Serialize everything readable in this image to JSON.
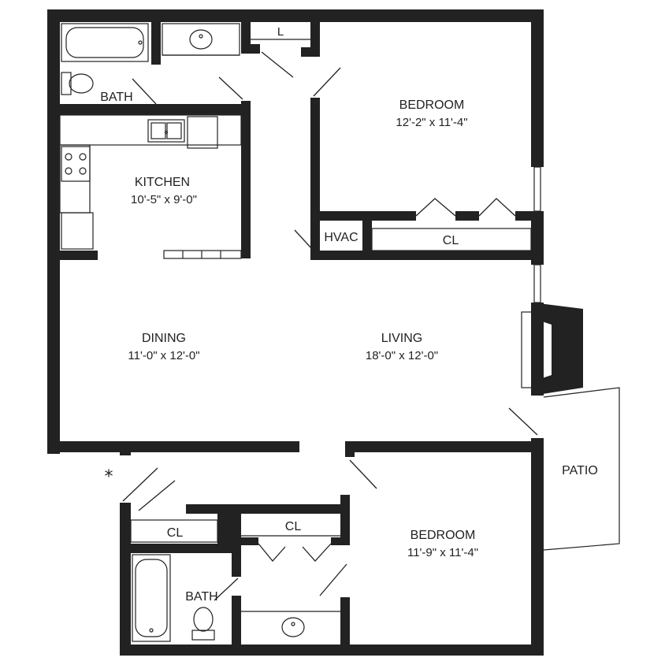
{
  "colors": {
    "wall": "#222222",
    "background": "#ffffff",
    "line": "#222222"
  },
  "rooms": {
    "bath_top": {
      "name": "BATH"
    },
    "laundry": {
      "name": "L"
    },
    "bedroom_1": {
      "name": "BEDROOM",
      "size": "12'-2\" x 11'-4\""
    },
    "kitchen": {
      "name": "KITCHEN",
      "size": "10'-5\" x 9'-0\""
    },
    "hvac": {
      "name": "HVAC"
    },
    "closet_bed1": {
      "name": "CL"
    },
    "dining": {
      "name": "DINING",
      "size": "11'-0\" x 12'-0\""
    },
    "living": {
      "name": "LIVING",
      "size": "18'-0\" x 12'-0\""
    },
    "patio": {
      "name": "PATIO"
    },
    "closet_hall": {
      "name": "CL"
    },
    "closet_bed2": {
      "name": "CL"
    },
    "bath_bottom": {
      "name": "BATH"
    },
    "bedroom_2": {
      "name": "BEDROOM",
      "size": "11'-9\" x 11'-4\""
    }
  },
  "symbols": {
    "entry_marker": "*"
  },
  "icons": [
    "bathtub-icon",
    "toilet-icon",
    "sink-icon",
    "kitchen-sink-icon",
    "stove-icon",
    "fireplace-icon"
  ]
}
